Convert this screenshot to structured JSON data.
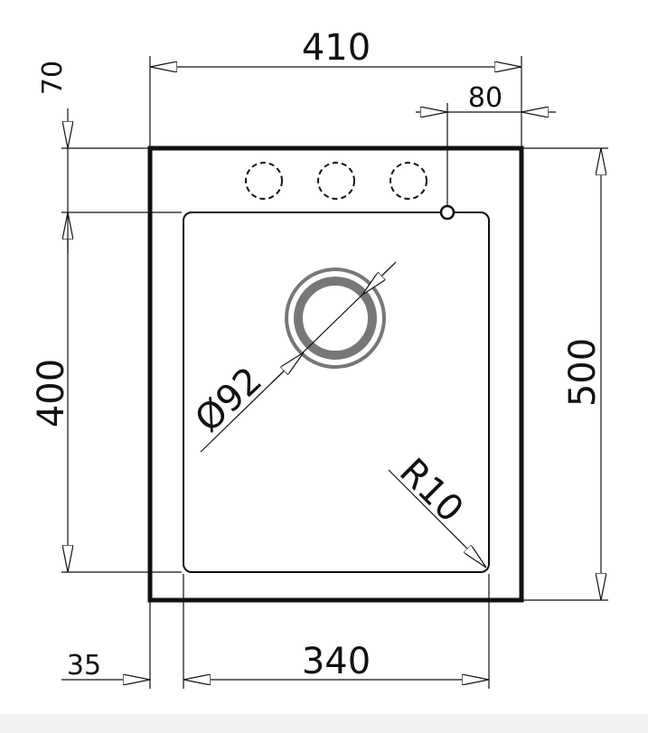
{
  "drawing": {
    "overall_width": "410",
    "tap_offset": "80",
    "top_margin": "70",
    "overall_depth": "500",
    "bowl_depth": "400",
    "bowl_width": "340",
    "side_margin": "35",
    "drain_diameter": "Ø92",
    "corner_radius": "R10"
  },
  "colors": {
    "line": "#111111",
    "drain": "#777777"
  }
}
